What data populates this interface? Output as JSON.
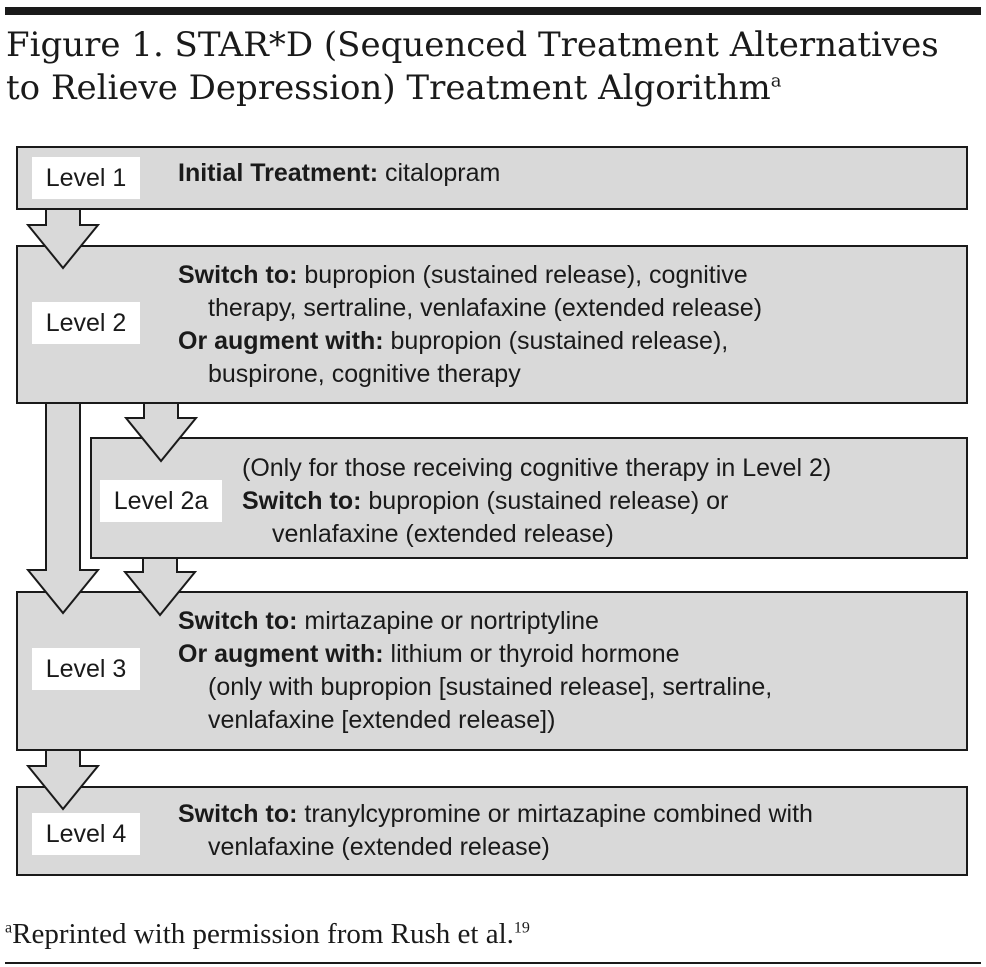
{
  "figure": {
    "title": "Figure 1. STAR*D (Sequenced Treatment Alternatives to Relieve Depression) Treatment Algorithm",
    "title_sup": "a",
    "footnote_mark": "a",
    "footnote_text": "Reprinted with permission from Rush et al.",
    "footnote_ref": "19"
  },
  "colors": {
    "box_fill": "#d9d9d9",
    "stroke": "#1a1a1a",
    "badge_fill": "#ffffff"
  },
  "levels": {
    "l1": {
      "label": "Level 1",
      "lines": [
        {
          "bold": "Initial Treatment:",
          "text": " citalopram"
        }
      ]
    },
    "l2": {
      "label": "Level 2",
      "lines": [
        {
          "bold": "Switch to:",
          "text": " bupropion (sustained release), cognitive"
        },
        {
          "bold": "",
          "text": "therapy, sertraline, venlafaxine (extended release)"
        },
        {
          "bold": "Or augment with:",
          "text": " bupropion (sustained release),"
        },
        {
          "bold": "",
          "text": "buspirone, cognitive therapy"
        }
      ]
    },
    "l2a": {
      "label": "Level 2a",
      "lines": [
        {
          "bold": "",
          "text": "(Only for those receiving cognitive therapy in Level 2)"
        },
        {
          "bold": "Switch to:",
          "text": " bupropion (sustained release) or"
        },
        {
          "bold": "",
          "text": "venlafaxine (extended release)"
        }
      ]
    },
    "l3": {
      "label": "Level 3",
      "lines": [
        {
          "bold": "Switch to:",
          "text": " mirtazapine or nortriptyline"
        },
        {
          "bold": "Or augment with:",
          "text": " lithium or thyroid hormone"
        },
        {
          "bold": "",
          "text": "(only with bupropion [sustained release], sertraline,"
        },
        {
          "bold": "",
          "text": "venlafaxine [extended release])"
        }
      ]
    },
    "l4": {
      "label": "Level 4",
      "lines": [
        {
          "bold": "Switch to:",
          "text": " tranylcypromine or mirtazapine combined with"
        },
        {
          "bold": "",
          "text": "venlafaxine (extended release)"
        }
      ]
    }
  }
}
